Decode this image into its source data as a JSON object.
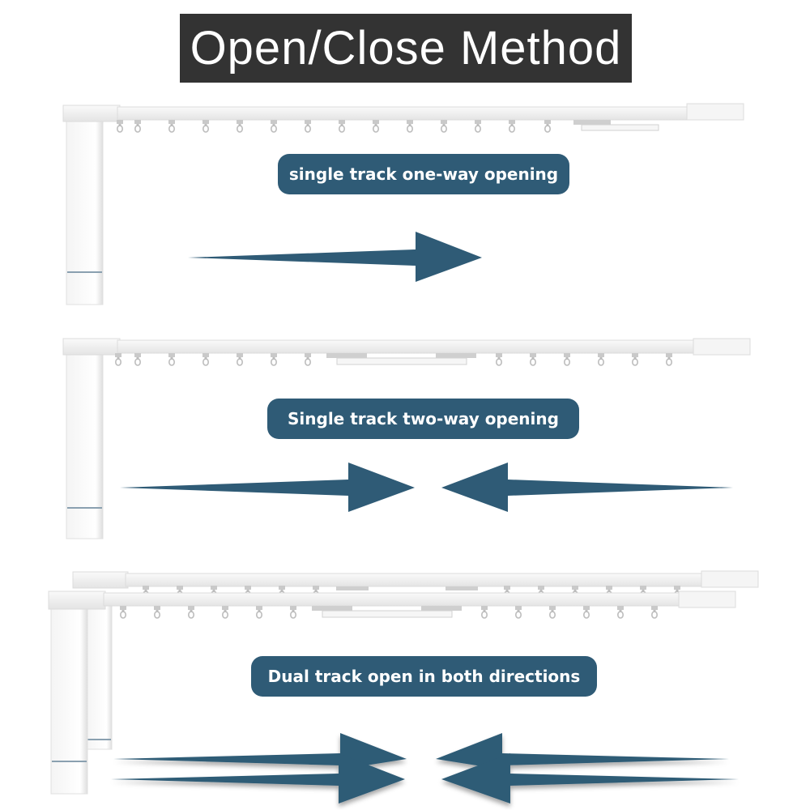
{
  "title": "Open/Close Method",
  "sections": [
    {
      "label": "single track one-way opening",
      "track_type": "single",
      "direction": "one-way",
      "arrows": [
        "right"
      ]
    },
    {
      "label": "Single track two-way opening",
      "track_type": "single",
      "direction": "two-way",
      "arrows": [
        "right",
        "left"
      ]
    },
    {
      "label": "Dual track open in both directions",
      "track_type": "dual",
      "direction": "both",
      "arrows": [
        "right",
        "left",
        "right",
        "left"
      ]
    }
  ],
  "colors": {
    "title_bg": "#333333",
    "title_text": "#ffffff",
    "accent": "#2f5b76",
    "track": "#f2f2f2",
    "track_edge": "#d6d6d6"
  }
}
